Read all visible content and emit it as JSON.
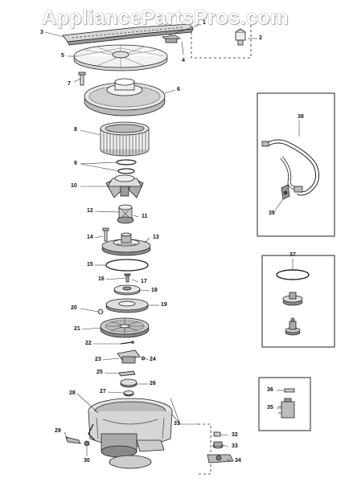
{
  "watermark": "AppliancePartsPros.com",
  "callouts": {
    "c1": "1",
    "c2": "2",
    "c3": "3",
    "c4": "4",
    "c5": "5",
    "c6": "6",
    "c7": "7",
    "c8": "8",
    "c9": "9",
    "c10": "10",
    "c11": "11",
    "c12": "12",
    "c13": "13",
    "c14": "14",
    "c15": "15",
    "c16": "16",
    "c17": "17",
    "c18": "18",
    "c19": "19",
    "c20": "20",
    "c21": "21",
    "c22": "22",
    "c23": "23",
    "c24": "24",
    "c25": "25",
    "c26": "26",
    "c27": "27",
    "c28": "28",
    "c29": "29",
    "c30": "30",
    "c31": "31",
    "c32": "32",
    "c33": "33",
    "c34": "34",
    "c35": "35",
    "c36": "36",
    "c37": "37",
    "c38": "38",
    "c39": "39"
  },
  "colors": {
    "line": "#222222",
    "fill": "#ffffff",
    "shade": "#cfcfcf",
    "dark": "#555555"
  }
}
